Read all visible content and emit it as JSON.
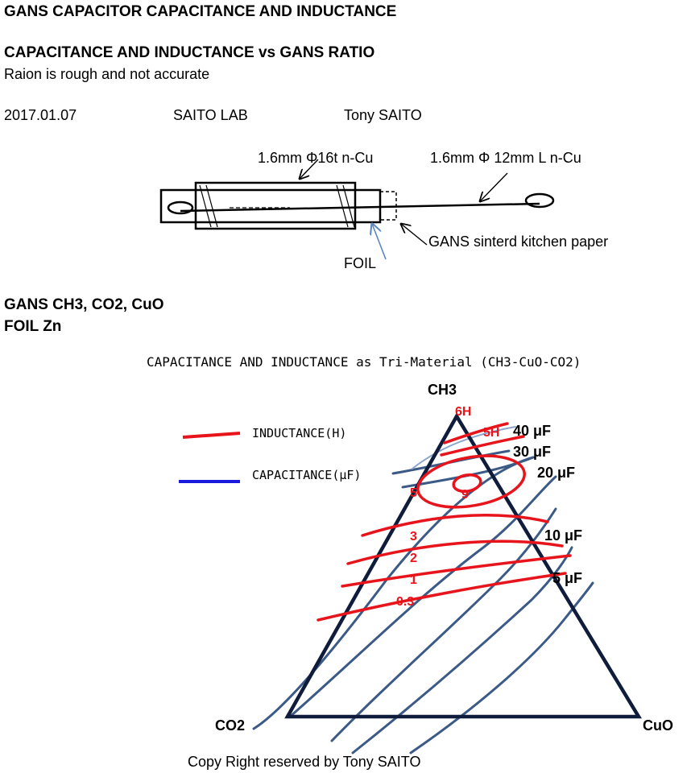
{
  "header": {
    "title": "GANS CAPACITOR CAPACITANCE AND INDUCTANCE",
    "subtitle": "CAPACITANCE AND INDUCTANCE vs GANS RATIO",
    "note": "Raion is rough and not accurate",
    "date": "2017.01.07",
    "lab": "SAITO LAB",
    "author": "Tony SAITO"
  },
  "device": {
    "label_tube": "1.6mm Φ16t n-Cu",
    "label_wire": "1.6mm Φ  12mm L n-Cu",
    "label_gans": "GANS sinterd kitchen paper",
    "label_foil": "FOIL"
  },
  "materials": {
    "gans": "GANS   CH3,  CO2, CuO",
    "foil": "FOIL Zn"
  },
  "ternary": {
    "title": "CAPACITANCE AND INDUCTANCE as Tri-Material (CH3-CuO-CO2)",
    "vertex_top": "CH3",
    "vertex_left": "CO2",
    "vertex_right": "CuO",
    "legend": [
      {
        "label": "INDUCTANCE(H)",
        "color": "#e8141c"
      },
      {
        "label": "CAPACITANCE(μF)",
        "color": "#1a1adc"
      }
    ],
    "inductance_labels": [
      "6H",
      "5H",
      "5",
      "9",
      "3",
      "2",
      "1",
      "0.3"
    ],
    "capacitance_labels": [
      "40 μF",
      "30 μF",
      "20 μF",
      "10 μF",
      "5 μF"
    ],
    "colors": {
      "triangle": "#101c3c",
      "capacitance": "#3c5a86",
      "inductance": "#e8141c"
    }
  },
  "footer": {
    "copyright": "Copy Right reserved by Tony SAITO"
  }
}
